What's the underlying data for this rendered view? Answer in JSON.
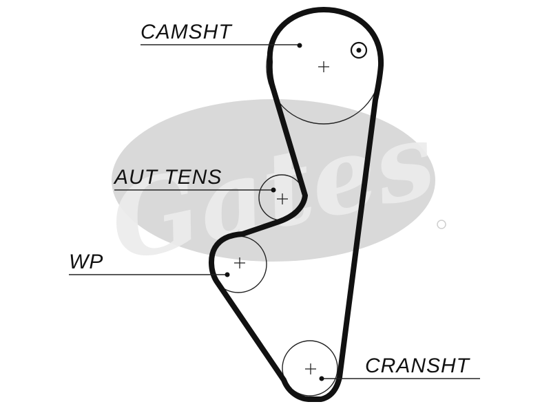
{
  "diagram": {
    "labels": {
      "camshaft": "CAMSHT",
      "tensioner": "AUT TENS",
      "water_pump": "WP",
      "crankshaft": "CRANSHT"
    },
    "watermark": {
      "text": "Gates",
      "color": "#d9d9d9"
    },
    "colors": {
      "belt": "#111111",
      "lines": "#222222",
      "background": "#ffffff"
    }
  }
}
